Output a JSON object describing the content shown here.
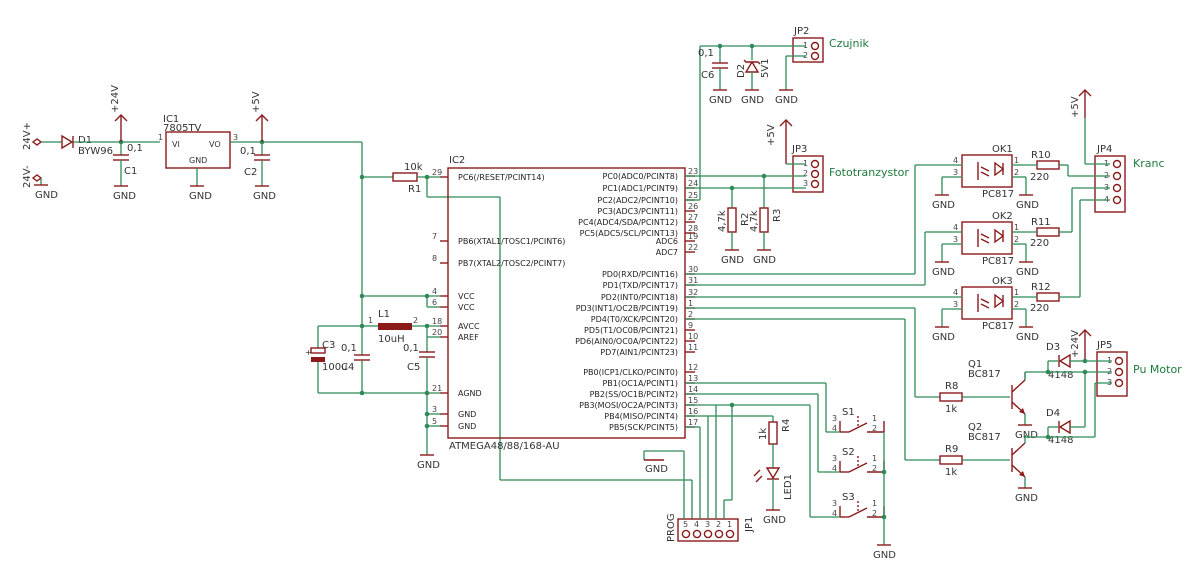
{
  "power": {
    "v24p": "24V+",
    "v24m": "24V-",
    "p24": "+24V",
    "p5": "+5V",
    "gnd": "GND"
  },
  "components": {
    "d1": {
      "name": "D1",
      "value": "BYW96"
    },
    "c1": {
      "name": "C1",
      "value": "0,1"
    },
    "ic1": {
      "name": "IC1",
      "value": "7805TV",
      "vi": "VI",
      "vo": "VO",
      "gnd": "GND",
      "p1": "1",
      "p3": "3"
    },
    "c2": {
      "name": "C2",
      "value": "0,1"
    },
    "r1": {
      "name": "R1",
      "value": "10k"
    },
    "l1": {
      "name": "L1",
      "value": "10uH",
      "p1": "1",
      "p2": "2"
    },
    "c3": {
      "name": "C3",
      "value": "100u"
    },
    "c4": {
      "name": "C4",
      "value": "0,1"
    },
    "c5": {
      "name": "C5",
      "value": "0,1"
    },
    "c6": {
      "name": "C6",
      "value": "0,1"
    },
    "d2": {
      "name": "D2",
      "value": "5V1"
    },
    "r2": {
      "name": "R2",
      "value": "4,7k"
    },
    "r3": {
      "name": "R3",
      "value": "4,7k"
    },
    "r4": {
      "name": "R4",
      "value": "1k"
    },
    "led1": {
      "name": "LED1"
    },
    "ok1": {
      "name": "OK1",
      "value": "PC817"
    },
    "ok2": {
      "name": "OK2",
      "value": "PC817"
    },
    "ok3": {
      "name": "OK3",
      "value": "PC817"
    },
    "r10": {
      "name": "R10",
      "value": "220"
    },
    "r11": {
      "name": "R11",
      "value": "220"
    },
    "r12": {
      "name": "R12",
      "value": "220"
    },
    "q1": {
      "name": "Q1",
      "value": "BC817"
    },
    "q2": {
      "name": "Q2",
      "value": "BC817"
    },
    "r8": {
      "name": "R8",
      "value": "1k"
    },
    "r9": {
      "name": "R9",
      "value": "1k"
    },
    "d3": {
      "name": "D3",
      "value": "4148"
    },
    "d4": {
      "name": "D4",
      "value": "4148"
    },
    "s1": {
      "name": "S1"
    },
    "s2": {
      "name": "S2"
    },
    "s3": {
      "name": "S3"
    }
  },
  "ic2": {
    "name": "IC2",
    "part": "ATMEGA48/88/168-AU",
    "left_pins": [
      {
        "num": "29",
        "name": "PC6(/RESET/PCINT14)"
      },
      {
        "num": "7",
        "name": "PB6(XTAL1/TOSC1/PCINT6)"
      },
      {
        "num": "8",
        "name": "PB7(XTAL2/TOSC2/PCINT7)"
      },
      {
        "num": "4",
        "name": "VCC"
      },
      {
        "num": "6",
        "name": "VCC"
      },
      {
        "num": "18",
        "name": "AVCC"
      },
      {
        "num": "20",
        "name": "AREF"
      },
      {
        "num": "21",
        "name": "AGND"
      },
      {
        "num": "3",
        "name": "GND"
      },
      {
        "num": "5",
        "name": "GND"
      }
    ],
    "right_pins": [
      {
        "num": "23",
        "name": "PC0(ADC0/PCINT8)"
      },
      {
        "num": "24",
        "name": "PC1(ADC1/PCINT9)"
      },
      {
        "num": "25",
        "name": "PC2(ADC2/PCINT10)"
      },
      {
        "num": "26",
        "name": "PC3(ADC3/PCINT11)"
      },
      {
        "num": "27",
        "name": "PC4(ADC4/SDA/PCINT12)"
      },
      {
        "num": "28",
        "name": "PC5(ADC5/SCL/PCINT13)"
      },
      {
        "num": "19",
        "name": "ADC6"
      },
      {
        "num": "22",
        "name": "ADC7"
      },
      {
        "num": "30",
        "name": "PD0(RXD/PCINT16)"
      },
      {
        "num": "31",
        "name": "PD1(TXD/PCINT17)"
      },
      {
        "num": "32",
        "name": "PD2(INT0/PCINT18)"
      },
      {
        "num": "1",
        "name": "PD3(INT1/OC2B/PCINT19)"
      },
      {
        "num": "2",
        "name": "PD4(T0/XCK/PCINT20)"
      },
      {
        "num": "9",
        "name": "PD5(T1/OC0B/PCINT21)"
      },
      {
        "num": "10",
        "name": "PD6(AIN0/OC0A/PCINT22)"
      },
      {
        "num": "11",
        "name": "PD7(AIN1/PCINT23)"
      },
      {
        "num": "12",
        "name": "PB0(ICP1/CLKO/PCINT0)"
      },
      {
        "num": "13",
        "name": "PB1(OC1A/PCINT1)"
      },
      {
        "num": "14",
        "name": "PB2(SS/OC1B/PCINT2)"
      },
      {
        "num": "15",
        "name": "PB3(MOSI/OC2A/PCINT3)"
      },
      {
        "num": "16",
        "name": "PB4(MISO/PCINT4)"
      },
      {
        "num": "17",
        "name": "PB5(SCK/PCINT5)"
      }
    ]
  },
  "connectors": {
    "jp1": {
      "name": "JP1",
      "label": "PROG",
      "pins": [
        "5",
        "4",
        "3",
        "2",
        "1"
      ]
    },
    "jp2": {
      "name": "JP2",
      "label": "Czujnik",
      "pins": [
        "1",
        "2"
      ]
    },
    "jp3": {
      "name": "JP3",
      "label": "Fototranzystor",
      "pins": [
        "1",
        "2",
        "3"
      ]
    },
    "jp4": {
      "name": "JP4",
      "label": "Kranc",
      "pins": [
        "1",
        "2",
        "3",
        "4"
      ]
    },
    "jp5": {
      "name": "JP5",
      "label": "Pu Motor",
      "pins": [
        "1",
        "2",
        "3"
      ]
    }
  },
  "optopins": {
    "p1": "1",
    "p2": "2",
    "p3": "3",
    "p4": "4"
  },
  "switchpins": {
    "p1": "1",
    "p2": "2",
    "p3": "3",
    "p4": "4"
  }
}
